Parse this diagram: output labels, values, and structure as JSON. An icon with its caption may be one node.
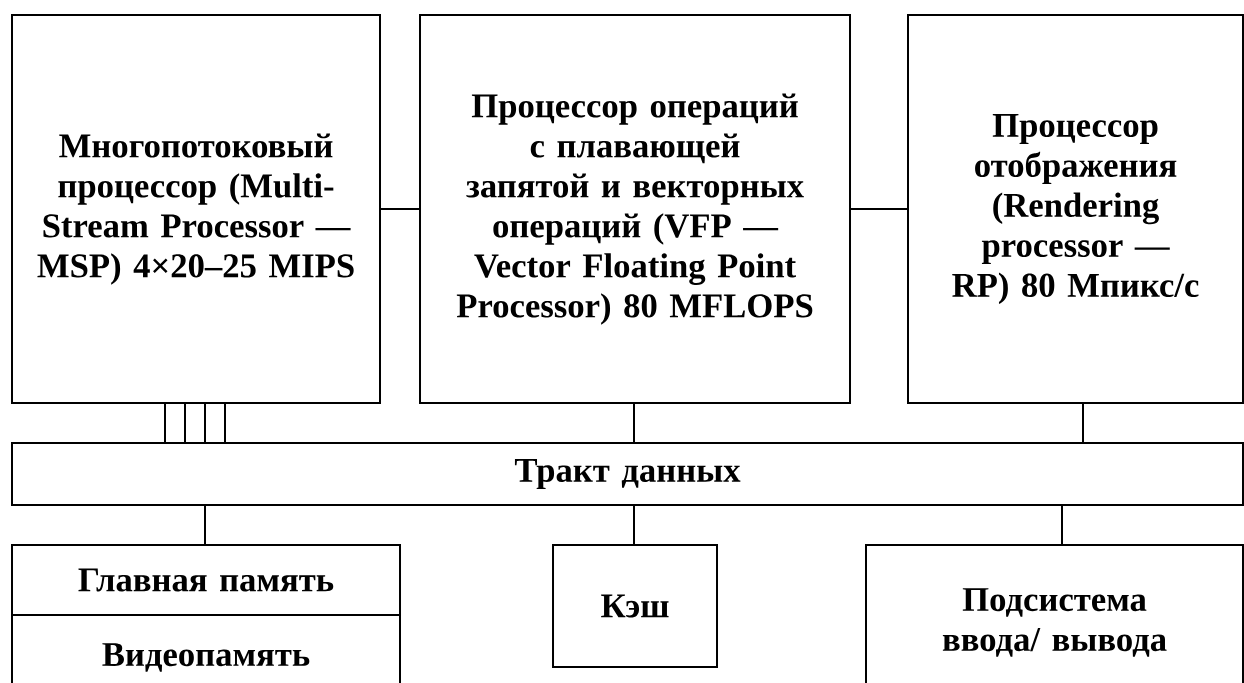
{
  "diagram": {
    "nodes": [
      {
        "text": [
          "Многопотоковый процессор (Multi-Stream Processor — MSP) 4×20–25 MIPS"
        ]
      },
      {
        "text": [
          "Процессор операций с плавающей запятой и векторных операций (VFP — Vector Floating Point Processor) 80 MFLOPS"
        ]
      },
      {
        "text": [
          "Процессор отображения (Rendering processor — RP) 80 Мпикс/с"
        ]
      },
      {
        "text": [
          "Тракт данных"
        ]
      },
      {
        "text": [
          "Главная память"
        ]
      },
      {
        "text": [
          "Видеопамять"
        ]
      },
      {
        "text": [
          "Кэш"
        ]
      },
      {
        "text": [
          "Подсистема ввода/ вывода"
        ]
      }
    ],
    "edges": [
      {
        "from": 0,
        "to": 1,
        "arrow": "none"
      },
      {
        "from": 1,
        "to": 2,
        "arrow": "none"
      },
      {
        "from": 0,
        "to": 3,
        "arrow": "none"
      },
      {
        "from": 0,
        "to": 3,
        "arrow": "none"
      },
      {
        "from": 0,
        "to": 3,
        "arrow": "none"
      },
      {
        "from": 0,
        "to": 3,
        "arrow": "none"
      },
      {
        "from": 1,
        "to": 3,
        "arrow": "none"
      },
      {
        "from": 2,
        "to": 3,
        "arrow": "none"
      },
      {
        "from": 3,
        "to": 4,
        "arrow": "none"
      },
      {
        "from": 3,
        "to": 6,
        "arrow": "none"
      },
      {
        "from": 3,
        "to": 7,
        "arrow": "none"
      }
    ]
  }
}
